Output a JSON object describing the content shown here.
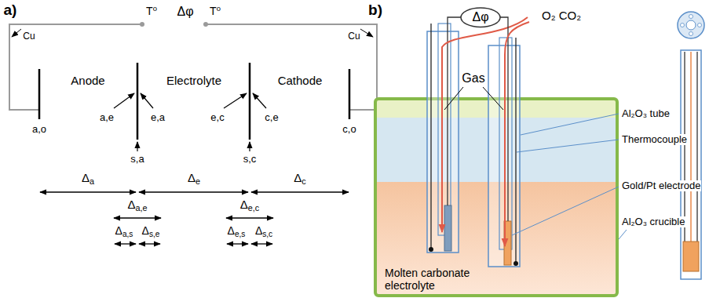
{
  "diagram": {
    "nodes": [
      {
        "text": [
          "Δφ"
        ]
      }
    ],
    "labels": [
      "a)",
      "T⁰",
      "Δφ",
      "T⁰",
      "Cu",
      "Cu",
      "Anode",
      "Electrolyte",
      "Cathode",
      "a,e",
      "e,a",
      "e,c",
      "c,e",
      "a,o",
      "s,a",
      "s,c",
      "c,o",
      "Δa",
      "Δe",
      "Δc",
      "Δa,e",
      "Δe,c",
      "Δa,s",
      "Δs,e",
      "Δe,s",
      "Δs,c",
      "b)",
      "O₂ CO₂",
      "Gas",
      "Al₂O₃ tube",
      "Thermocouple",
      "Gold/Pt electrode",
      "Al₂O₃ crucible",
      "Molten carbonate electrolyte"
    ]
  }
}
